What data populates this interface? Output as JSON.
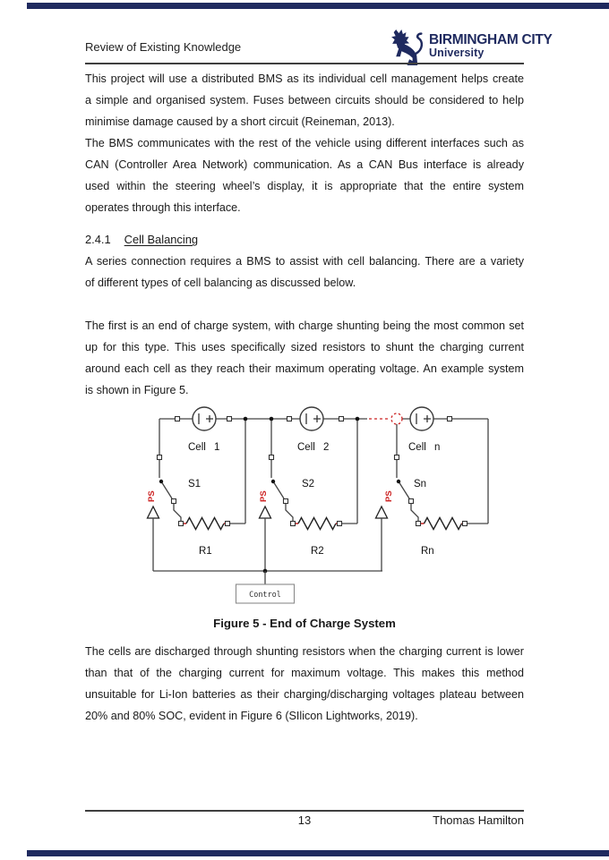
{
  "header": {
    "title": "Review of Existing Knowledge",
    "brand": {
      "name": "BIRMINGHAM CITY",
      "subname": "University"
    }
  },
  "body": {
    "section_heading": {
      "number": "2.4.1",
      "title": "Cell Balancing"
    },
    "p1": [
      "This project will use a distributed BMS as its individual cell management helps create",
      "a simple and organised system. Fuses between circuits should be considered to help",
      "minimise damage caused by a short circuit (Reineman, 2013)."
    ],
    "p2": [
      "The BMS communicates with the rest of the vehicle using different interfaces such as",
      "CAN (Controller Area Network) communication. As a CAN Bus interface is already",
      "used within the steering wheel’s display, it is appropriate that the entire system",
      "operates through this interface."
    ],
    "p3": [
      "A series connection requires a BMS to assist with cell balancing. There are a variety",
      "of different types of cell balancing as discussed below."
    ],
    "p4": [
      "The first is an end of charge system, with charge shunting being the most common set",
      "up for this type. This uses specifically sized resistors to shunt the charging current",
      "around each cell as they reach their maximum operating voltage. An example system",
      "is shown in Figure 5."
    ],
    "p5": [
      "The cells are discharged through shunting resistors when the charging current is lower",
      "than that of the charging current for maximum voltage. This makes this method",
      "unsuitable for Li-Ion batteries as their charging/discharging voltages plateau between",
      "20% and 80% SOC, evident in Figure 6 (SIlicon Lightworks, 2019)."
    ]
  },
  "figure": {
    "caption": "Figure 5 - End of Charge System",
    "cell_labels": [
      "Cell 1",
      "Cell 2",
      "Cell n"
    ],
    "switch_labels": [
      "S1",
      "S2",
      "Sn"
    ],
    "resistor_labels": [
      "R1",
      "R2",
      "Rn"
    ],
    "ps_labels": [
      "PS",
      "PS",
      "PS"
    ],
    "control_label": "Control"
  },
  "footer": {
    "page_number": "13",
    "author": "Thomas Hamilton"
  },
  "colors": {
    "navy": "#1f2a5f",
    "accent_red": "#cc2222",
    "wire": "#444444"
  }
}
